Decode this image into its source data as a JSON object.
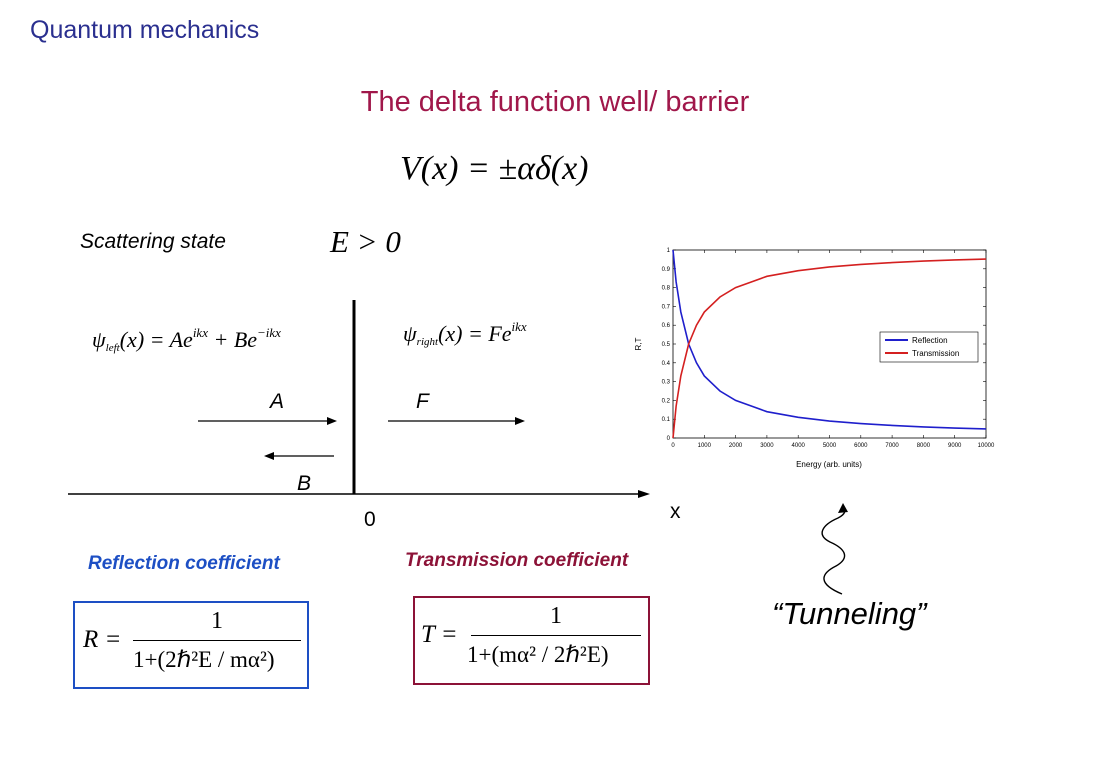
{
  "header": {
    "text": "Quantum mechanics"
  },
  "slide_title": "The delta function well/ barrier",
  "potential_formula": "V(x) = ±αδ(x)",
  "scattering": {
    "label": "Scattering state",
    "condition": "E > 0"
  },
  "psi_left": {
    "psi": "ψ",
    "sub": "left",
    "body": "(x) = Ae",
    "exp1": "ikx",
    "mid": " + Be",
    "exp2": "−ikx"
  },
  "psi_right": {
    "psi": "ψ",
    "sub": "right",
    "body": "(x) = Fe",
    "exp1": "ikx"
  },
  "diagram": {
    "label_A": "A",
    "label_F": "F",
    "label_B": "B",
    "label_zero": "0",
    "label_x": "x"
  },
  "reflection": {
    "label": "Reflection coefficient",
    "lhs": "R =",
    "numerator": "1",
    "denominator": "1+(2ℏ²E / mα²)",
    "color": "#1d4fc4"
  },
  "transmission": {
    "label": "Transmission coefficient",
    "lhs": "T =",
    "numerator": "1",
    "denominator": "1+(mα² / 2ℏ²E)",
    "color": "#8c1237"
  },
  "tunneling_label": "“Tunneling”",
  "chart_data": {
    "type": "line",
    "title": "",
    "xlabel": "Energy (arb. units)",
    "ylabel": "R,T",
    "xlim": [
      0,
      10000
    ],
    "ylim": [
      0,
      1
    ],
    "x_ticks": [
      0,
      1000,
      2000,
      3000,
      4000,
      5000,
      6000,
      7000,
      8000,
      9000,
      10000
    ],
    "y_ticks": [
      0,
      0.1,
      0.2,
      0.3,
      0.4,
      0.5,
      0.6,
      0.7,
      0.8,
      0.9,
      1
    ],
    "grid": false,
    "legend_position": "right",
    "x": [
      0,
      100,
      250,
      500,
      750,
      1000,
      1500,
      2000,
      2500,
      3000,
      4000,
      5000,
      6000,
      7000,
      8000,
      9000,
      10000
    ],
    "series": [
      {
        "name": "Reflection",
        "color": "#1f1fcc",
        "values": [
          1.0,
          0.83,
          0.67,
          0.5,
          0.4,
          0.33,
          0.25,
          0.2,
          0.17,
          0.14,
          0.11,
          0.09,
          0.077,
          0.067,
          0.059,
          0.053,
          0.048
        ]
      },
      {
        "name": "Transmission",
        "color": "#d42020",
        "values": [
          0.0,
          0.17,
          0.33,
          0.5,
          0.6,
          0.67,
          0.75,
          0.8,
          0.83,
          0.86,
          0.89,
          0.91,
          0.923,
          0.933,
          0.941,
          0.947,
          0.952
        ]
      }
    ]
  }
}
